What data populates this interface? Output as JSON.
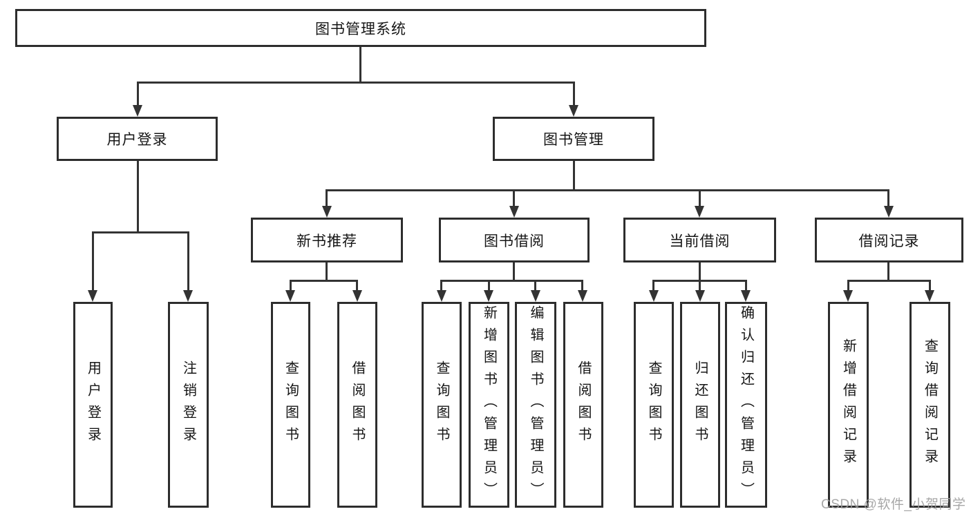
{
  "diagram_title": "图书管理系统",
  "tree": {
    "label": "图书管理系统",
    "children": [
      {
        "label": "用户登录",
        "children": [
          {
            "label": "用户登录"
          },
          {
            "label": "注销登录"
          }
        ]
      },
      {
        "label": "图书管理",
        "children": [
          {
            "label": "新书推荐",
            "children": [
              {
                "label": "查询图书"
              },
              {
                "label": "借阅图书"
              }
            ]
          },
          {
            "label": "图书借阅",
            "children": [
              {
                "label": "查询图书"
              },
              {
                "label": "新增图书（管理员）"
              },
              {
                "label": "编辑图书（管理员）"
              },
              {
                "label": "借阅图书"
              }
            ]
          },
          {
            "label": "当前借阅",
            "children": [
              {
                "label": "查询图书"
              },
              {
                "label": "归还图书"
              },
              {
                "label": "确认归还（管理员）"
              }
            ]
          },
          {
            "label": "借阅记录",
            "children": [
              {
                "label": "新增借阅记录"
              },
              {
                "label": "查询借阅记录"
              }
            ]
          }
        ]
      }
    ]
  },
  "watermark": "CSDN @软件_小贺同学",
  "colors": {
    "background": "#ffffff",
    "box_border": "#2d2d2d",
    "connector_line": "#333333",
    "text": "#151515",
    "watermark_text": "#9e9e9e"
  }
}
